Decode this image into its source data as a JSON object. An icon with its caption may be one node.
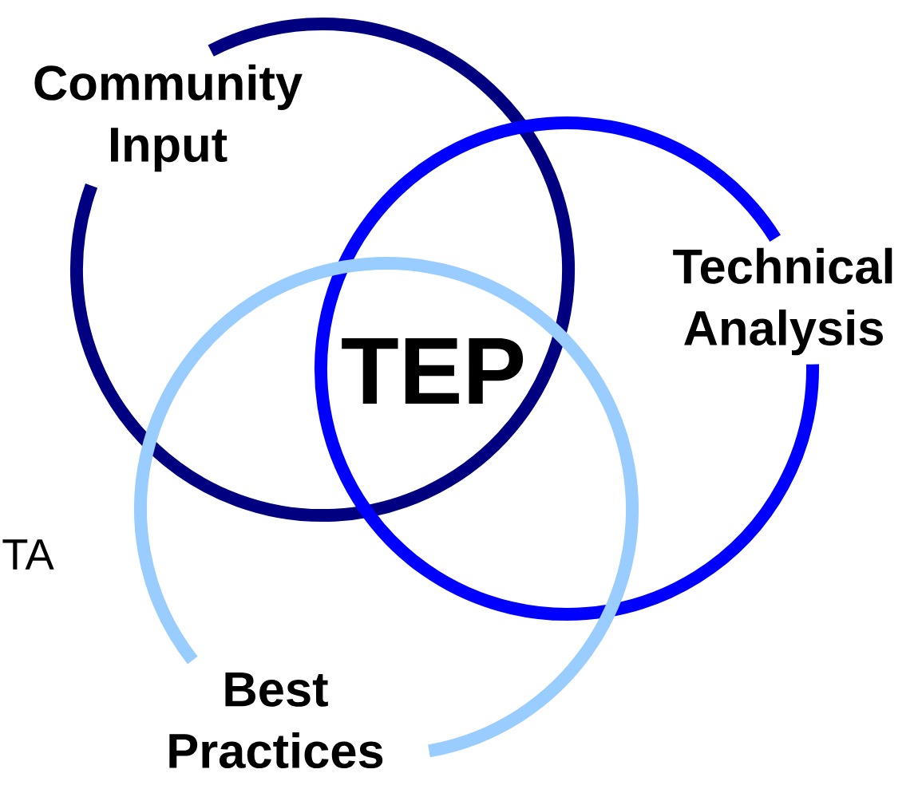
{
  "diagram": {
    "nodes": [
      {
        "text": [
          "Community Input"
        ]
      },
      {
        "text": [
          "Technical Analysis"
        ]
      },
      {
        "text": [
          "Best Practices"
        ]
      }
    ],
    "labels": [
      "TEP",
      "TA"
    ]
  }
}
